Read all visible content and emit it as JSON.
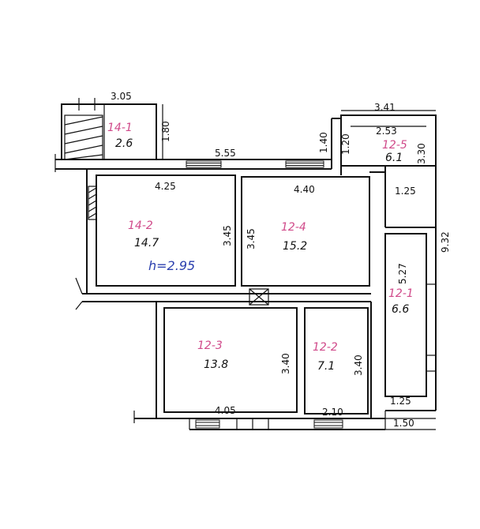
{
  "colors": {
    "ink": "#111111",
    "room_ids": "#d04a8a",
    "note": "#2b3fae"
  },
  "rooms": [
    {
      "id": "14-1",
      "area": "2.6"
    },
    {
      "id": "14-2",
      "area": "14.7"
    },
    {
      "id": "12-4",
      "area": "15.2"
    },
    {
      "id": "12-5",
      "area": "6.1"
    },
    {
      "id": "12-1",
      "area": "6.6"
    },
    {
      "id": "12-3",
      "area": "13.8"
    },
    {
      "id": "12-2",
      "area": "7.1"
    }
  ],
  "note": "h=2.95",
  "dimensions": {
    "d_305": "3.05",
    "d_180": "1.80",
    "d_555": "5.55",
    "d_425": "4.25",
    "d_345a": "3.45",
    "d_345b": "3.45",
    "d_440": "4.40",
    "d_341": "3.41",
    "d_253": "2.53",
    "d_330": "3.30",
    "d_140": "1.40",
    "d_120": "1.20",
    "d_125a": "1.25",
    "d_932": "9.32",
    "d_527": "5.27",
    "d_340a": "3.40",
    "d_340b": "3.40",
    "d_405": "4.05",
    "d_210": "2.10",
    "d_125b": "1.25",
    "d_150": "1.50"
  }
}
